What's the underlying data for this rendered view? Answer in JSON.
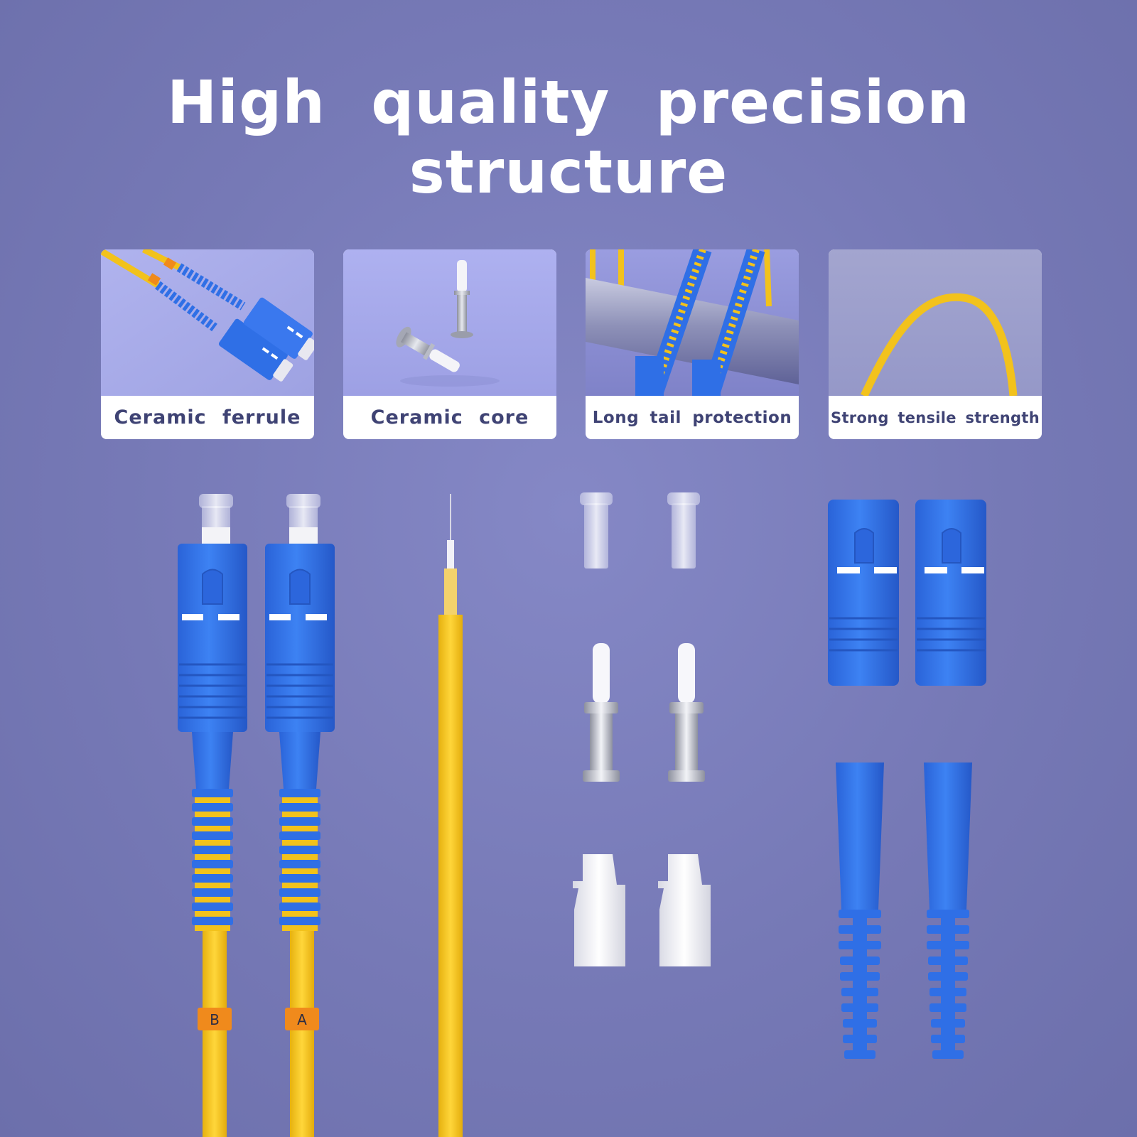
{
  "headline": "High quality precision structure",
  "cards": [
    {
      "caption": "Ceramic ferrule"
    },
    {
      "caption": "Ceramic core"
    },
    {
      "caption": "Long tail protection"
    },
    {
      "caption": "Strong tensile strength"
    }
  ],
  "cable_labels": {
    "left": "B",
    "right": "A"
  },
  "colors": {
    "background": "#7a7db8",
    "connector_blue": "#2f6fe6",
    "cable_yellow": "#f5c518",
    "label_orange": "#f08a1c",
    "caption_text": "#3f4374"
  }
}
